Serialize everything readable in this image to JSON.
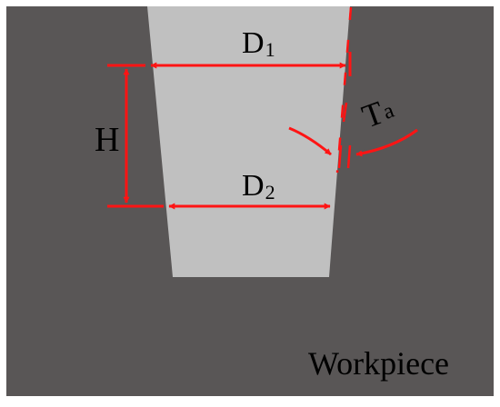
{
  "diagram": {
    "labels": {
      "d1_main": "D",
      "d1_sub": "1",
      "d2_main": "D",
      "d2_sub": "2",
      "height": "H",
      "taper_main": "T",
      "taper_sub": "a",
      "workpiece": "Workpiece"
    },
    "colors": {
      "workpiece": "#595656",
      "hole": "#c0c0c0",
      "annotation": "#ff1414",
      "text": "#000000",
      "background": "#ffffff"
    }
  }
}
